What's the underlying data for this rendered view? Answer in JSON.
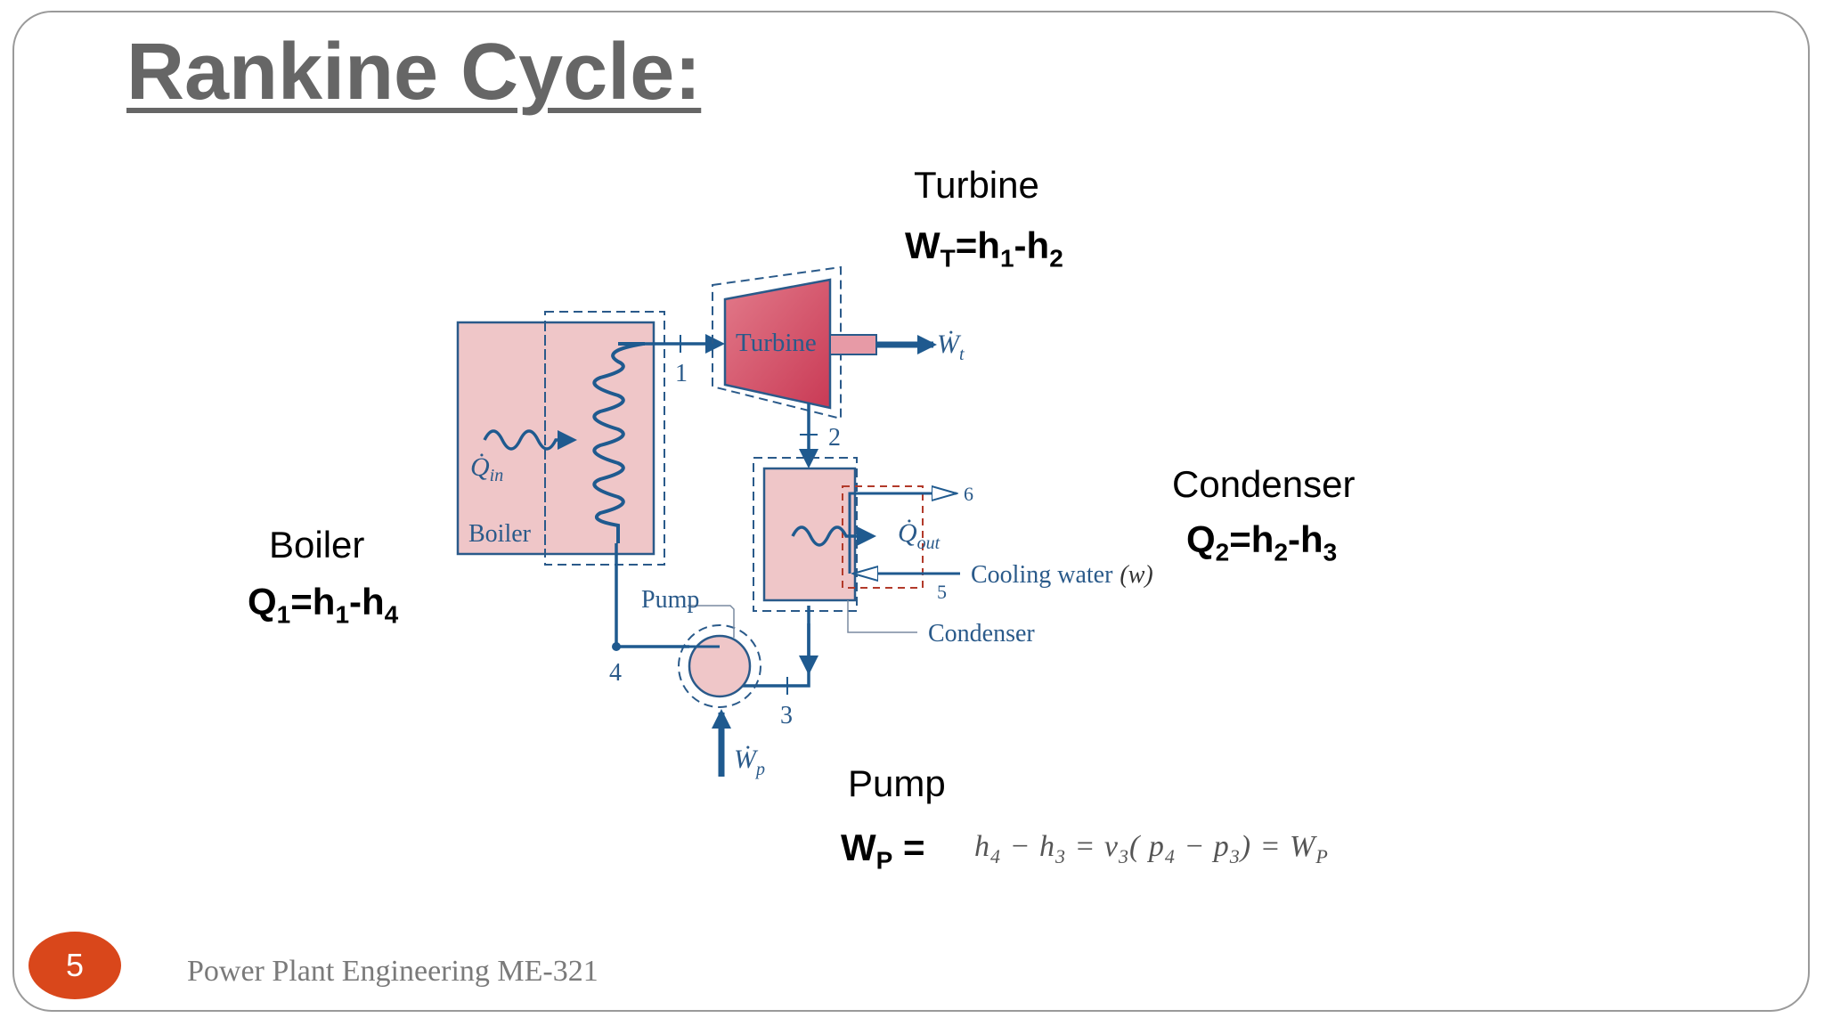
{
  "slide": {
    "title": "Rankine Cycle:",
    "page_number": "5",
    "footer": "Power Plant Engineering ME-321"
  },
  "labels": {
    "turbine": "Turbine",
    "condenser": "Condenser",
    "boiler": "Boiler",
    "pump": "Pump"
  },
  "equations": {
    "turbine": {
      "lhs": "W",
      "lhs_sub": "T",
      "rhs": "=h",
      "s1": "1",
      "mid": "-h",
      "s2": "2"
    },
    "condenser": {
      "lhs": "Q",
      "lhs_sub": "2",
      "rhs": "=h",
      "s1": "2",
      "mid": "-h",
      "s2": "3"
    },
    "boiler": {
      "lhs": "Q",
      "lhs_sub": "1",
      "rhs": "=h",
      "s1": "1",
      "mid": "-h",
      "s2": "4"
    },
    "pump": {
      "lhs": "W",
      "lhs_sub": "P",
      "rhs": " ="
    }
  },
  "pump_formula": {
    "a": "h",
    "a_sub": "4",
    "b": " − h",
    "b_sub": "3",
    "c": " = v",
    "c_sub": "3",
    "d": "( p",
    "d_sub": "4",
    "e": " − p",
    "e_sub": "3",
    "f": ") = W",
    "f_sub": "P"
  },
  "diagram": {
    "turbine": "Turbine",
    "boiler": "Boiler",
    "pump": "Pump",
    "condenser": "Condenser",
    "cooling_water": "Cooling water",
    "cooling_water_symbol": "(w)",
    "wt": "Ẇ",
    "wt_sub": "t",
    "wp": "Ẇ",
    "wp_sub": "p",
    "qin": "Q̇",
    "qin_sub": "in",
    "qout": "Q̇",
    "qout_sub": "out",
    "state_1": "1",
    "state_2": "2",
    "state_3": "3",
    "state_4": "4",
    "state_5": "5",
    "state_6": "6"
  },
  "colors": {
    "title": "#666666",
    "pink_fill": "#efc6c8",
    "turbine_fill": "#d9546a",
    "pipe": "#1f5a8f",
    "badge": "#d9471b",
    "outline": "#2a5a8a"
  }
}
